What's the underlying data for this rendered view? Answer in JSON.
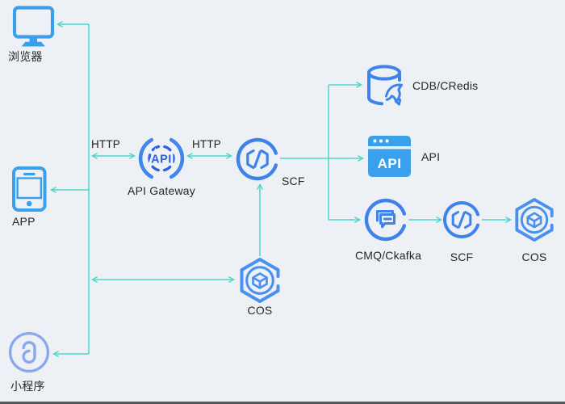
{
  "diagram": {
    "title": "serverless-architecture-diagram",
    "nodes": {
      "browser": {
        "label": "浏览器"
      },
      "app": {
        "label": "APP"
      },
      "miniprogram": {
        "label": "小程序"
      },
      "api_gateway": {
        "label": "API Gateway",
        "badge": "API"
      },
      "scf_main": {
        "label": "SCF"
      },
      "cos_main": {
        "label": "COS"
      },
      "cdb": {
        "label": "CDB/CRedis"
      },
      "api": {
        "label": "API",
        "badge": "API"
      },
      "cmq": {
        "label": "CMQ/Ckafka"
      },
      "scf_right": {
        "label": "SCF"
      },
      "cos_right": {
        "label": "COS"
      }
    },
    "edge_labels": {
      "http_client": "HTTP",
      "http_scf": "HTTP"
    },
    "colors": {
      "background": "#edf1f6",
      "connector_teal": "#4ed6c8",
      "icon_sky_blue": "#3ba0ec",
      "icon_blue": "#3e82ea",
      "icon_royal_blue": "#2f62e0",
      "icon_paren_blue": "#3f87ea",
      "icon_cos_blue": "#4a90ee",
      "icon_periwinkle": "#8ba8ec",
      "label_text": "#262626",
      "bottom_edge": "#54585c"
    }
  }
}
